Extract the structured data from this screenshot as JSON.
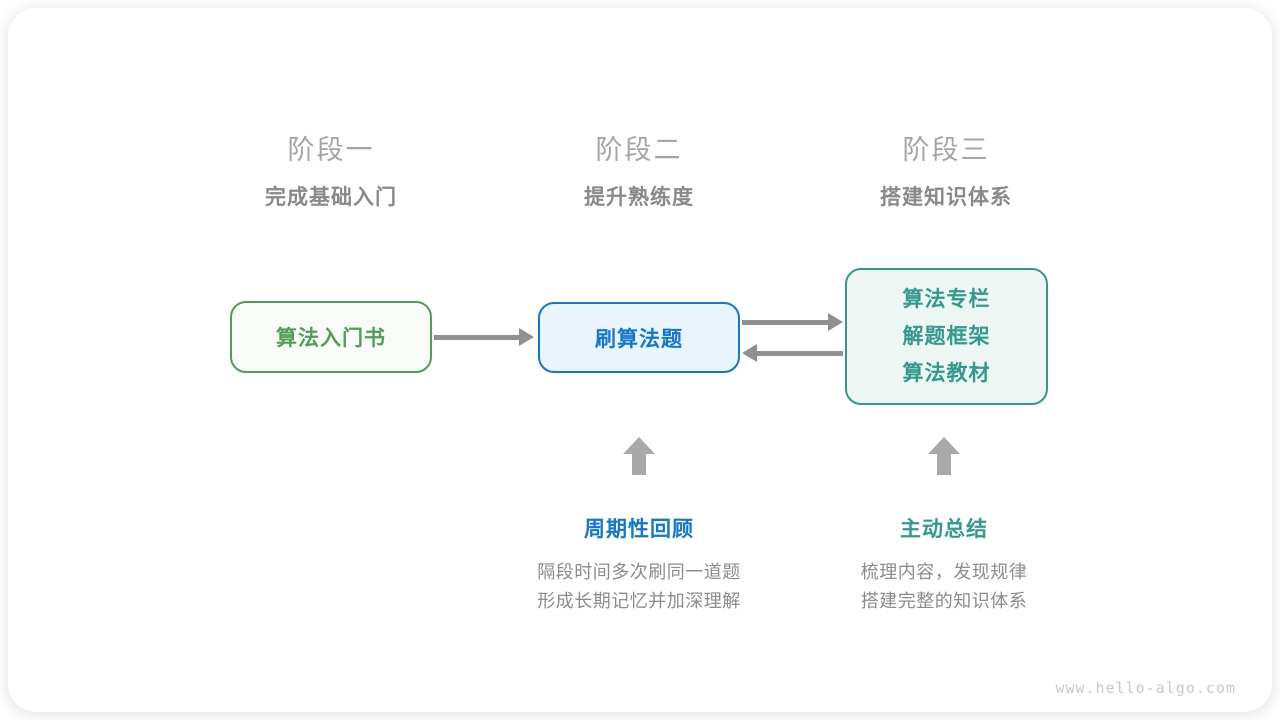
{
  "diagram": {
    "watermark": "www.hello-algo.com",
    "stages": [
      {
        "title": "阶段一",
        "subtitle": "完成基础入门"
      },
      {
        "title": "阶段二",
        "subtitle": "提升熟练度"
      },
      {
        "title": "阶段三",
        "subtitle": "搭建知识体系"
      }
    ],
    "nodes": [
      {
        "label": "算法入门书",
        "accent_color": "#4f9e55",
        "fill_color": "#f8fbf8"
      },
      {
        "label": "刷算法题",
        "accent_color": "#1377cb",
        "fill_color": "#eaf4fc"
      },
      {
        "lines": [
          "算法专栏",
          "解题框架",
          "算法教材"
        ],
        "accent_color": "#319a8d",
        "fill_color": "#eef6f4"
      }
    ],
    "flow_arrows": [
      {
        "from": "算法入门书",
        "to": "刷算法题",
        "direction": "right"
      },
      {
        "from": "刷算法题",
        "to": "阶段三节点",
        "direction": "right"
      },
      {
        "from": "阶段三节点",
        "to": "刷算法题",
        "direction": "left"
      }
    ],
    "annotations": [
      {
        "label": "周期性回顾",
        "accent_color": "#1377cb",
        "desc_line1": "隔段时间多次刷同一道题",
        "desc_line2": "形成长期记忆并加深理解"
      },
      {
        "label": "主动总结",
        "accent_color": "#319a8d",
        "desc_line1": "梳理内容，发现规律",
        "desc_line2": "搭建完整的知识体系"
      }
    ],
    "colors": {
      "arrow_gray": "#909090",
      "up_arrow_gray": "#a9a9a9",
      "stage_title_gray": "#a5a5a5",
      "stage_subtitle_gray": "#898989",
      "desc_gray": "#8c8c8c"
    }
  }
}
